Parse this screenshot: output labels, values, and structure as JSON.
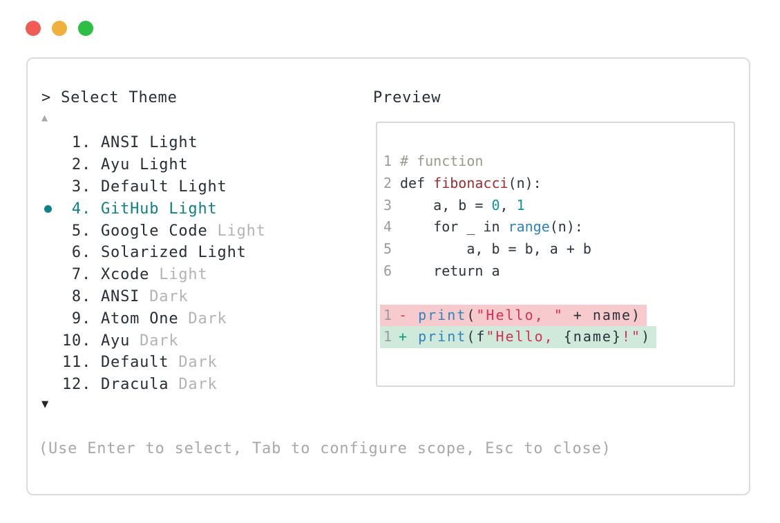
{
  "window": {
    "controls": [
      {
        "name": "close",
        "color": "#f15b55"
      },
      {
        "name": "minimize",
        "color": "#f0b13c"
      },
      {
        "name": "zoom",
        "color": "#2dbe45"
      }
    ]
  },
  "picker": {
    "title": "> Select Theme",
    "scroll_up_icon": "▲",
    "scroll_down_icon": "▼",
    "items": [
      {
        "number": "1.",
        "name": "ANSI Light",
        "suffix": "",
        "selected": false
      },
      {
        "number": "2.",
        "name": "Ayu Light",
        "suffix": "",
        "selected": false
      },
      {
        "number": "3.",
        "name": "Default Light",
        "suffix": "",
        "selected": false
      },
      {
        "number": "4.",
        "name": "GitHub Light",
        "suffix": "",
        "selected": true
      },
      {
        "number": "5.",
        "name": "Google Code",
        "suffix": " Light",
        "selected": false
      },
      {
        "number": "6.",
        "name": "Solarized Light",
        "suffix": "",
        "selected": false
      },
      {
        "number": "7.",
        "name": "Xcode",
        "suffix": " Light",
        "selected": false
      },
      {
        "number": "8.",
        "name": "ANSI",
        "suffix": " Dark",
        "selected": false
      },
      {
        "number": "9.",
        "name": "Atom One",
        "suffix": " Dark",
        "selected": false
      },
      {
        "number": "10.",
        "name": "Ayu",
        "suffix": " Dark",
        "selected": false
      },
      {
        "number": "11.",
        "name": "Default",
        "suffix": " Dark",
        "selected": false
      },
      {
        "number": "12.",
        "name": "Dracula",
        "suffix": " Dark",
        "selected": false
      }
    ],
    "hint": "(Use Enter to select, Tab to configure scope, Esc to close)"
  },
  "preview": {
    "label": "Preview",
    "selected_theme": "GitHub Light",
    "code_lines": [
      {
        "number": "1",
        "tokens": [
          {
            "text": "# function",
            "type": "comment"
          }
        ]
      },
      {
        "number": "2",
        "tokens": [
          {
            "text": "def ",
            "type": "plain"
          },
          {
            "text": "fibonacci",
            "type": "function-name"
          },
          {
            "text": "(n):",
            "type": "plain"
          }
        ]
      },
      {
        "number": "3",
        "tokens": [
          {
            "text": "    a, b = ",
            "type": "plain"
          },
          {
            "text": "0",
            "type": "number"
          },
          {
            "text": ", ",
            "type": "plain"
          },
          {
            "text": "1",
            "type": "number"
          }
        ]
      },
      {
        "number": "4",
        "tokens": [
          {
            "text": "    for _ in ",
            "type": "plain"
          },
          {
            "text": "range",
            "type": "builtin"
          },
          {
            "text": "(n):",
            "type": "plain"
          }
        ]
      },
      {
        "number": "5",
        "tokens": [
          {
            "text": "        a, b = b, a + b",
            "type": "plain"
          }
        ]
      },
      {
        "number": "6",
        "tokens": [
          {
            "text": "    return a",
            "type": "plain"
          }
        ]
      }
    ],
    "diff_lines": [
      {
        "number": "1",
        "kind": "deleted",
        "tokens": [
          {
            "text": "- ",
            "type": "deleted-marker"
          },
          {
            "text": "print",
            "type": "builtin"
          },
          {
            "text": "(",
            "type": "plain"
          },
          {
            "text": "\"Hello, \"",
            "type": "string"
          },
          {
            "text": " + name)",
            "type": "plain"
          }
        ]
      },
      {
        "number": "1",
        "kind": "added",
        "tokens": [
          {
            "text": "+ ",
            "type": "added-marker"
          },
          {
            "text": "print",
            "type": "builtin"
          },
          {
            "text": "(f",
            "type": "plain"
          },
          {
            "text": "\"Hello, ",
            "type": "string"
          },
          {
            "text": "{name}",
            "type": "plain"
          },
          {
            "text": "!\"",
            "type": "string"
          },
          {
            "text": ")",
            "type": "plain"
          }
        ]
      }
    ],
    "colors": {
      "accent_teal": "#0e8188",
      "comment": "#9a9a8c",
      "function_name": "#a12c32",
      "number": "#0d9598",
      "builtin": "#2f83bd",
      "string": "#d63154",
      "deleted_bg": "#f7cbce",
      "added_bg": "#cfe9da",
      "muted_text": "#b4b4b4",
      "main_text": "#282e36"
    }
  }
}
